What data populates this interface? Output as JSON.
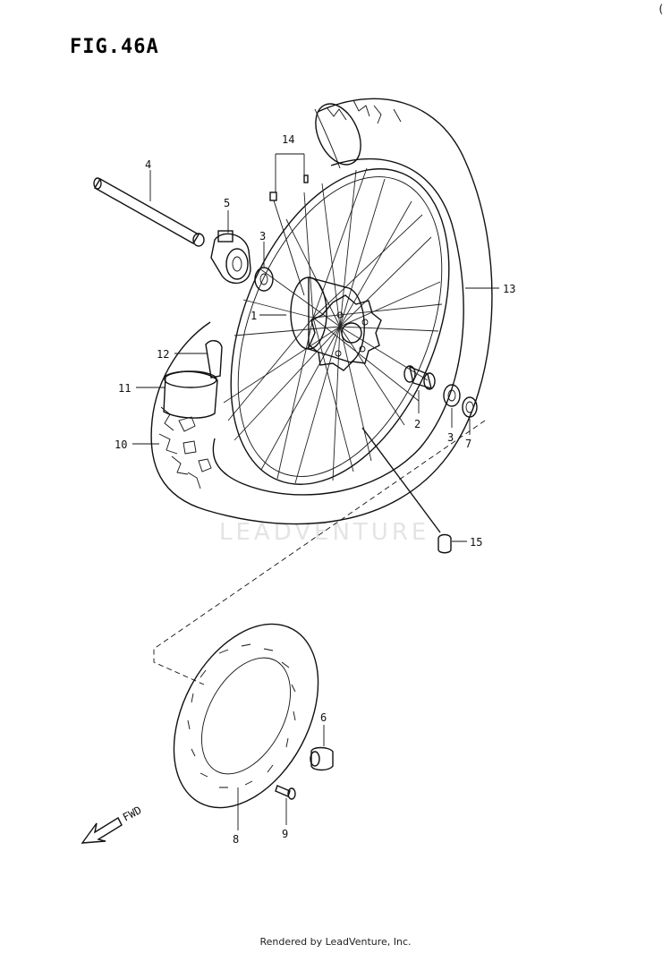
{
  "figure": {
    "title": "FIG.46A"
  },
  "callouts": {
    "c1": "1",
    "c2": "2",
    "c3a": "3",
    "c3b": "3",
    "c4": "4",
    "c5": "5",
    "c6": "6",
    "c7": "7",
    "c8": "8",
    "c9": "9",
    "c10": "10",
    "c11": "11",
    "c12": "12",
    "c13": "13",
    "c14": "14",
    "c15": "15"
  },
  "direction": {
    "label": "FWD"
  },
  "watermark": {
    "text": "LEADVENTURE"
  },
  "footer": {
    "text": "Rendered by LeadVenture, Inc."
  }
}
